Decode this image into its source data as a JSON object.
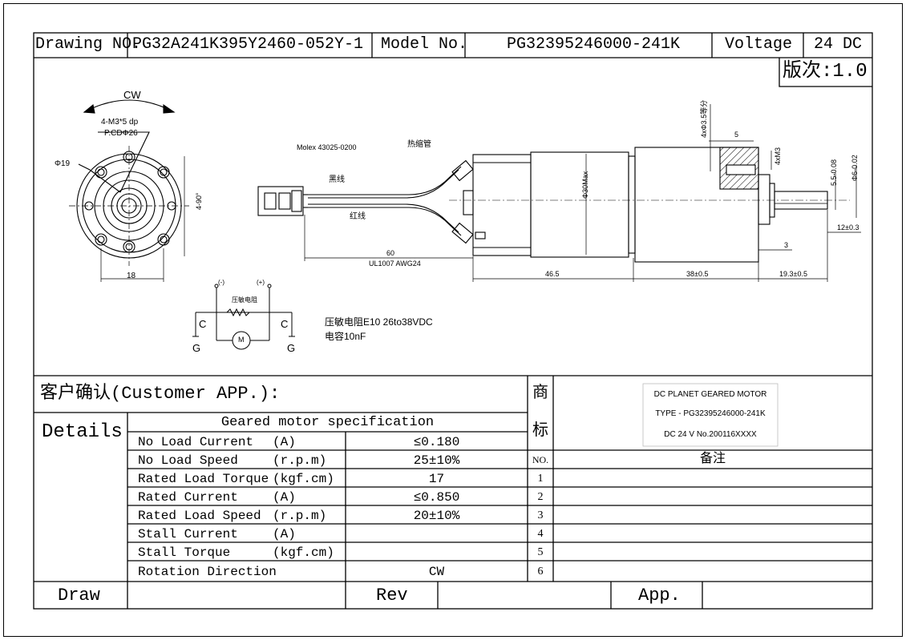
{
  "header": {
    "drawing_no_label": "Drawing NO.",
    "drawing_no": "PG32A241K395Y2460-052Y-1",
    "model_no_label": "Model No.",
    "model_no": "PG32395246000-241K",
    "voltage_label": "Voltage",
    "voltage": "24 DC",
    "version": "版次:1.0"
  },
  "drawing": {
    "cw": "CW",
    "holes": "4-M3*5 dp",
    "pcd": "P.CDΦ26",
    "dia19": "Φ19",
    "angle": "4-90°",
    "dim18": "18",
    "molex": "Molex 43025-0200",
    "heatshrink": "热缩管",
    "black_wire": "黑线",
    "red_wire": "红线",
    "dim60": "60",
    "wire_spec": "UL1007 AWG24",
    "dim465": "46.5",
    "dim38": "38±0.5",
    "dim193": "19.3±0.5",
    "dia30": "Φ30Max",
    "holes_side": "4xΦ3.5等分",
    "dim5": "5",
    "m3": "4xM3",
    "dim55": "5.5-0.08",
    "dim6": "Φ6-0.02",
    "dim12": "12±0.3",
    "dim3": "3",
    "circuit_neg": "(-)",
    "circuit_pos": "(+)",
    "varistor": "压敏电阻",
    "cap_c": "C",
    "ground_g": "G",
    "motor_m": "M",
    "note1": "压敏电阻E10 26to38VDC",
    "note2": "电容10nF"
  },
  "customer": {
    "title": "客户确认(Customer APP.):",
    "shang": "商",
    "biao": "标",
    "label1": "DC PLANET GEARED MOTOR",
    "label2": "TYPE - PG32395246000-241K",
    "label3": "DC 24 V   No.200116XXXX"
  },
  "spec": {
    "details": "Details",
    "heading": "Geared motor specification",
    "rows": [
      {
        "name": "No Load Current",
        "unit": "(A)",
        "value": "≤0.180"
      },
      {
        "name": "No Load Speed",
        "unit": "(r.p.m)",
        "value": "25±10%"
      },
      {
        "name": "Rated Load Torque",
        "unit": "(kgf.cm)",
        "value": "17"
      },
      {
        "name": "Rated Current",
        "unit": "(A)",
        "value": "≤0.850"
      },
      {
        "name": "Rated Load Speed",
        "unit": "(r.p.m)",
        "value": "20±10%"
      },
      {
        "name": "Stall Current",
        "unit": "(A)",
        "value": ""
      },
      {
        "name": "Stall Torque",
        "unit": "(kgf.cm)",
        "value": ""
      },
      {
        "name": "Rotation Direction",
        "unit": "",
        "value": "CW"
      }
    ],
    "no_label": "NO.",
    "remarks_label": "备注",
    "nums": [
      "1",
      "2",
      "3",
      "4",
      "5",
      "6"
    ]
  },
  "footer": {
    "draw": "Draw",
    "rev": "Rev",
    "app": "App."
  }
}
